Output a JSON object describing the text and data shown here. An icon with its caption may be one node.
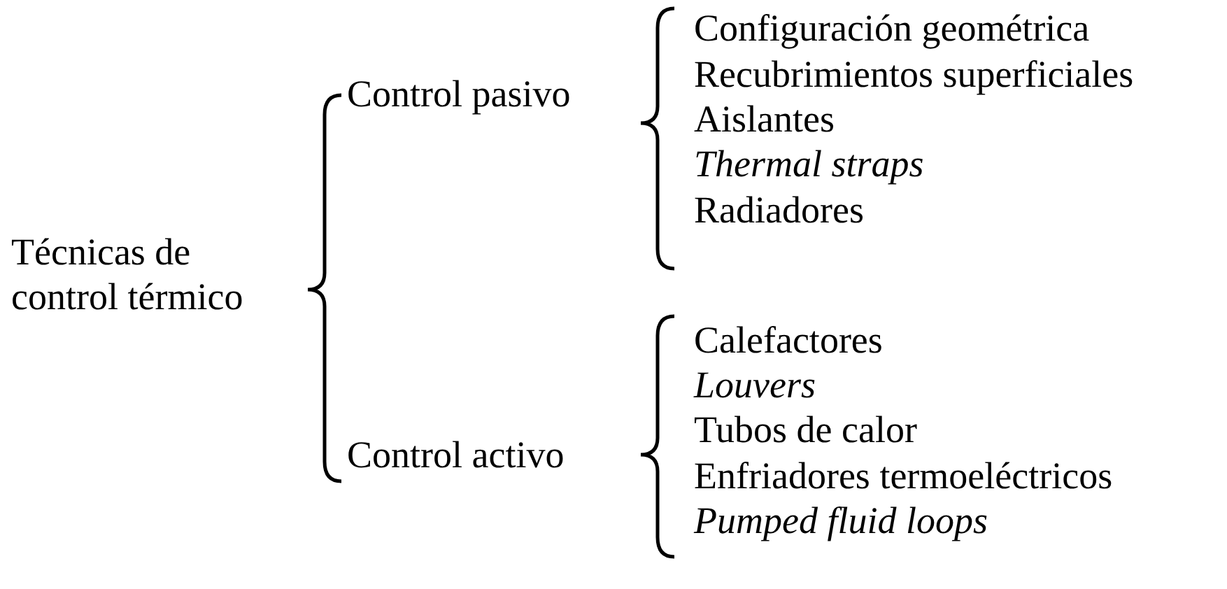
{
  "diagram": {
    "nodes": [
      {
        "text": [
          "Técnicas de control térmico"
        ]
      },
      {
        "text": [
          "Control pasivo"
        ]
      },
      {
        "text": [
          "Configuración geométrica"
        ]
      },
      {
        "text": [
          "Recubrimientos superficiales"
        ]
      },
      {
        "text": [
          "Aislantes"
        ]
      },
      {
        "text": [
          "Thermal straps"
        ]
      },
      {
        "text": [
          "Radiadores"
        ]
      },
      {
        "text": [
          "Control activo"
        ]
      },
      {
        "text": [
          "Calefactores"
        ]
      },
      {
        "text": [
          "Louvers"
        ]
      },
      {
        "text": [
          "Tubos de calor"
        ]
      },
      {
        "text": [
          "Enfriadores termoeléctricos"
        ]
      },
      {
        "text": [
          "Pumped fluid loops"
        ]
      }
    ]
  }
}
